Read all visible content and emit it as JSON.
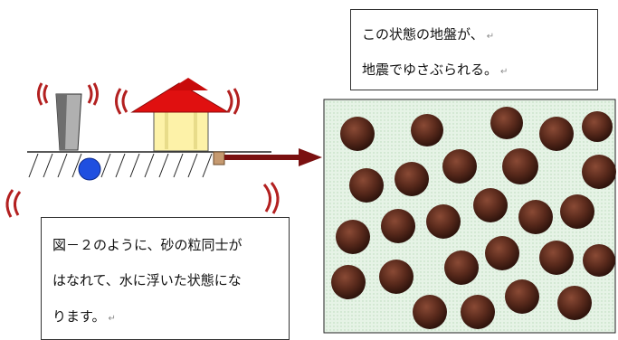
{
  "top_note": {
    "line1": "この状態の地盤が、",
    "line2": "地震でゆさぶられる。",
    "return_mark": "↵"
  },
  "bottom_note": {
    "line1": "図－２のように、砂の粒同士が",
    "line2": "はなれて、水に浮いた状態にな",
    "line3": "ります。",
    "return_mark": "↵"
  },
  "colors": {
    "roof": "#e01010",
    "house_wall": "#fdf2a8",
    "pole": "#7a7a7a",
    "ball": "#1f4fe0",
    "arrow": "#7a1010",
    "quake_marks": "#b32020",
    "panel_bg": "#e6f3e6",
    "grain": "#4a2418"
  }
}
